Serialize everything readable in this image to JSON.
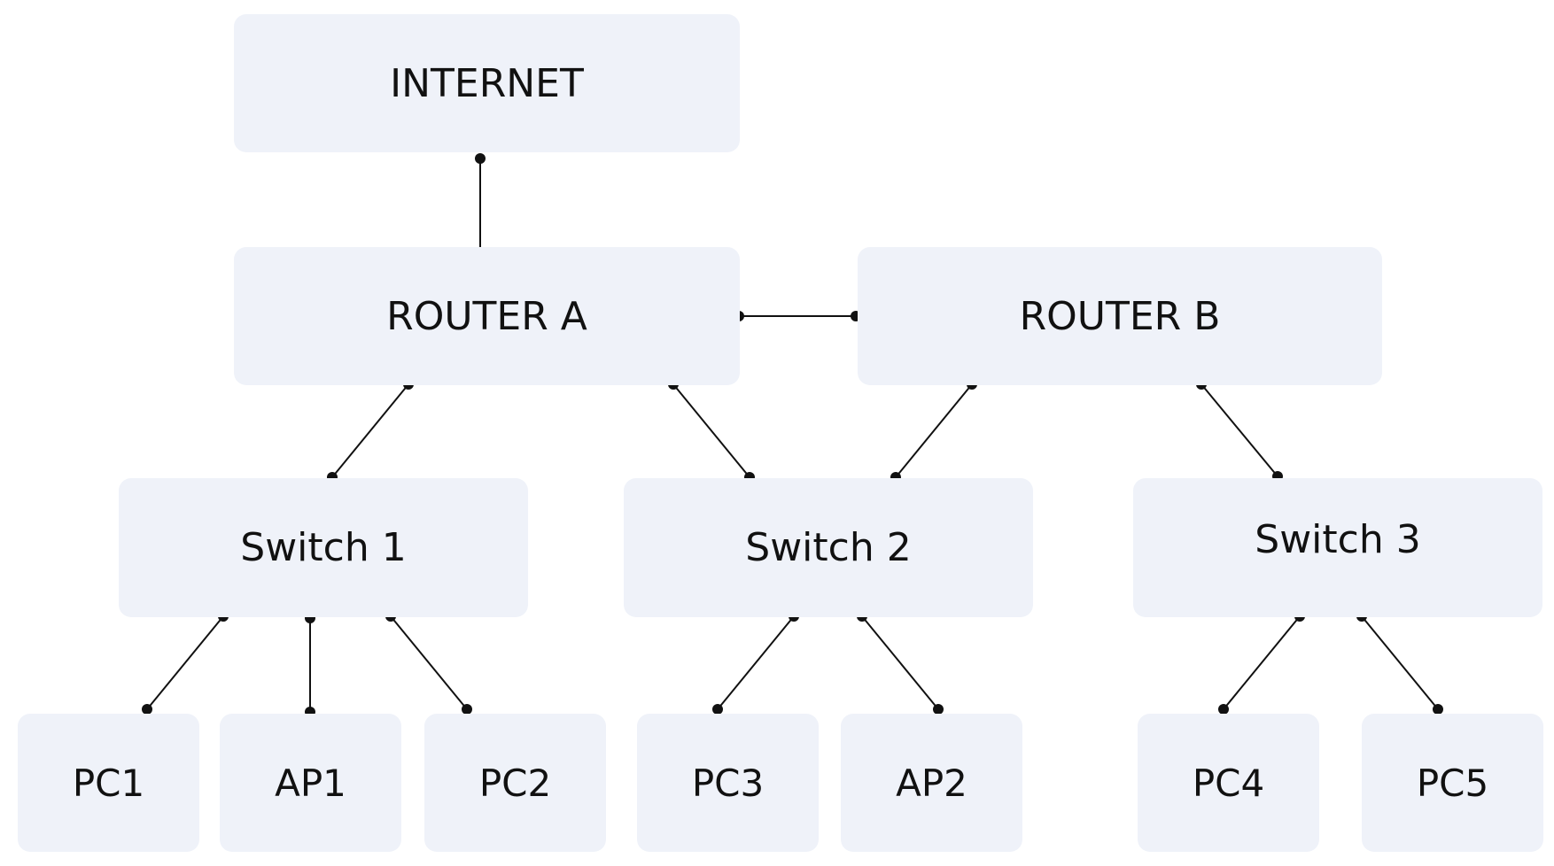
{
  "nodes": {
    "internet": "INTERNET",
    "router_a": "ROUTER A",
    "router_b": "ROUTER B",
    "switch_1": "Switch 1",
    "switch_2": "Switch 2",
    "switch_3": "Switch 3",
    "pc1": "PC1",
    "ap1": "AP1",
    "pc2": "PC2",
    "pc3": "PC3",
    "ap2": "AP2",
    "pc4": "PC4",
    "pc5": "PC5"
  },
  "connections": [
    [
      "internet",
      "router_a"
    ],
    [
      "router_a",
      "router_b"
    ],
    [
      "router_a",
      "switch_1"
    ],
    [
      "router_a",
      "switch_2"
    ],
    [
      "router_b",
      "switch_2"
    ],
    [
      "router_b",
      "switch_3"
    ],
    [
      "switch_1",
      "pc1"
    ],
    [
      "switch_1",
      "ap1"
    ],
    [
      "switch_1",
      "pc2"
    ],
    [
      "switch_2",
      "pc3"
    ],
    [
      "switch_2",
      "ap2"
    ],
    [
      "switch_3",
      "pc4"
    ],
    [
      "switch_3",
      "pc5"
    ]
  ],
  "colors": {
    "node_fill": "#eff2f9",
    "line": "#111111",
    "text": "#111111"
  }
}
